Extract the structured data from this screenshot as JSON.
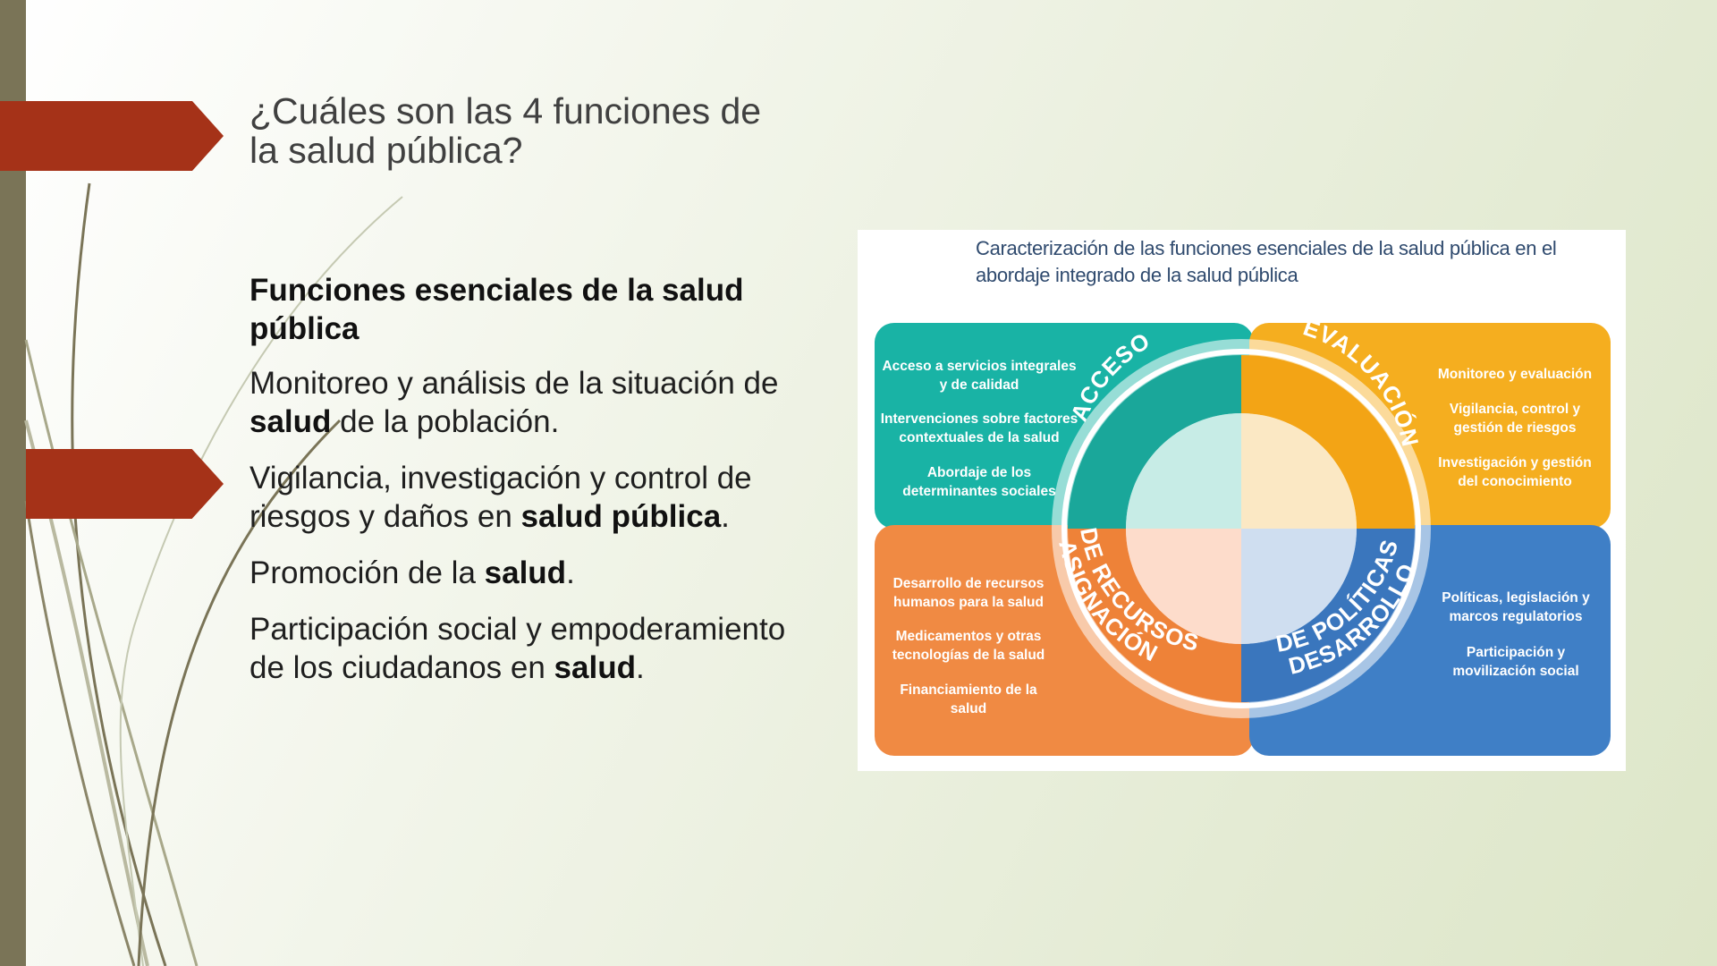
{
  "slide": {
    "title_line1": "¿Cuáles son las 4 funciones de",
    "title_line2": "la salud pública?",
    "subheading": "Funciones esenciales de la salud pública",
    "bullet_glyph": "",
    "items": [
      {
        "pre": "Monitoreo y análisis de la situación de ",
        "bold": "salud",
        "post": " de la población."
      },
      {
        "pre": "Vigilancia, investigación y control de riesgos y daños en ",
        "bold": "salud pública",
        "post": "."
      },
      {
        "pre": "Promoción de la ",
        "bold": "salud",
        "post": "."
      },
      {
        "pre": "Participación social y empoderamiento de los ciudadanos en ",
        "bold": "salud",
        "post": "."
      }
    ]
  },
  "figure": {
    "caption_line1": "Caracterización de las funciones esenciales de la salud pública en el",
    "caption_line2": "abordaje integrado de la salud pública",
    "quadrants": {
      "acceso": {
        "label": "ACCESO",
        "color": "#19b3a5",
        "lines": [
          "Acceso a servicios integrales",
          "y de calidad",
          "Intervenciones sobre factores",
          "contextuales de la salud",
          "Abordaje de los",
          "determinantes sociales"
        ]
      },
      "evaluacion": {
        "label": "EVALUACIÓN",
        "color": "#f5ae1f",
        "lines": [
          "Monitoreo y evaluación",
          "Vigilancia, control y",
          "gestión de riesgos",
          "Investigación y gestión",
          "del conocimiento"
        ]
      },
      "asignacion": {
        "label_line1": "ASIGNACIÓN",
        "label_line2": "DE RECURSOS",
        "color": "#f08a43",
        "lines": [
          "Desarrollo de recursos",
          "humanos para la salud",
          "Medicamentos y otras",
          "tecnologías de la salud",
          "Financiamiento de la",
          "salud"
        ]
      },
      "desarrollo": {
        "label_line1": "DESARROLLO",
        "label_line2": "DE POLÍTICAS",
        "color": "#3f7fc6",
        "lines": [
          "Políticas, legislación y",
          "marcos regulatorios",
          "Participación y",
          "movilización social"
        ]
      }
    }
  }
}
